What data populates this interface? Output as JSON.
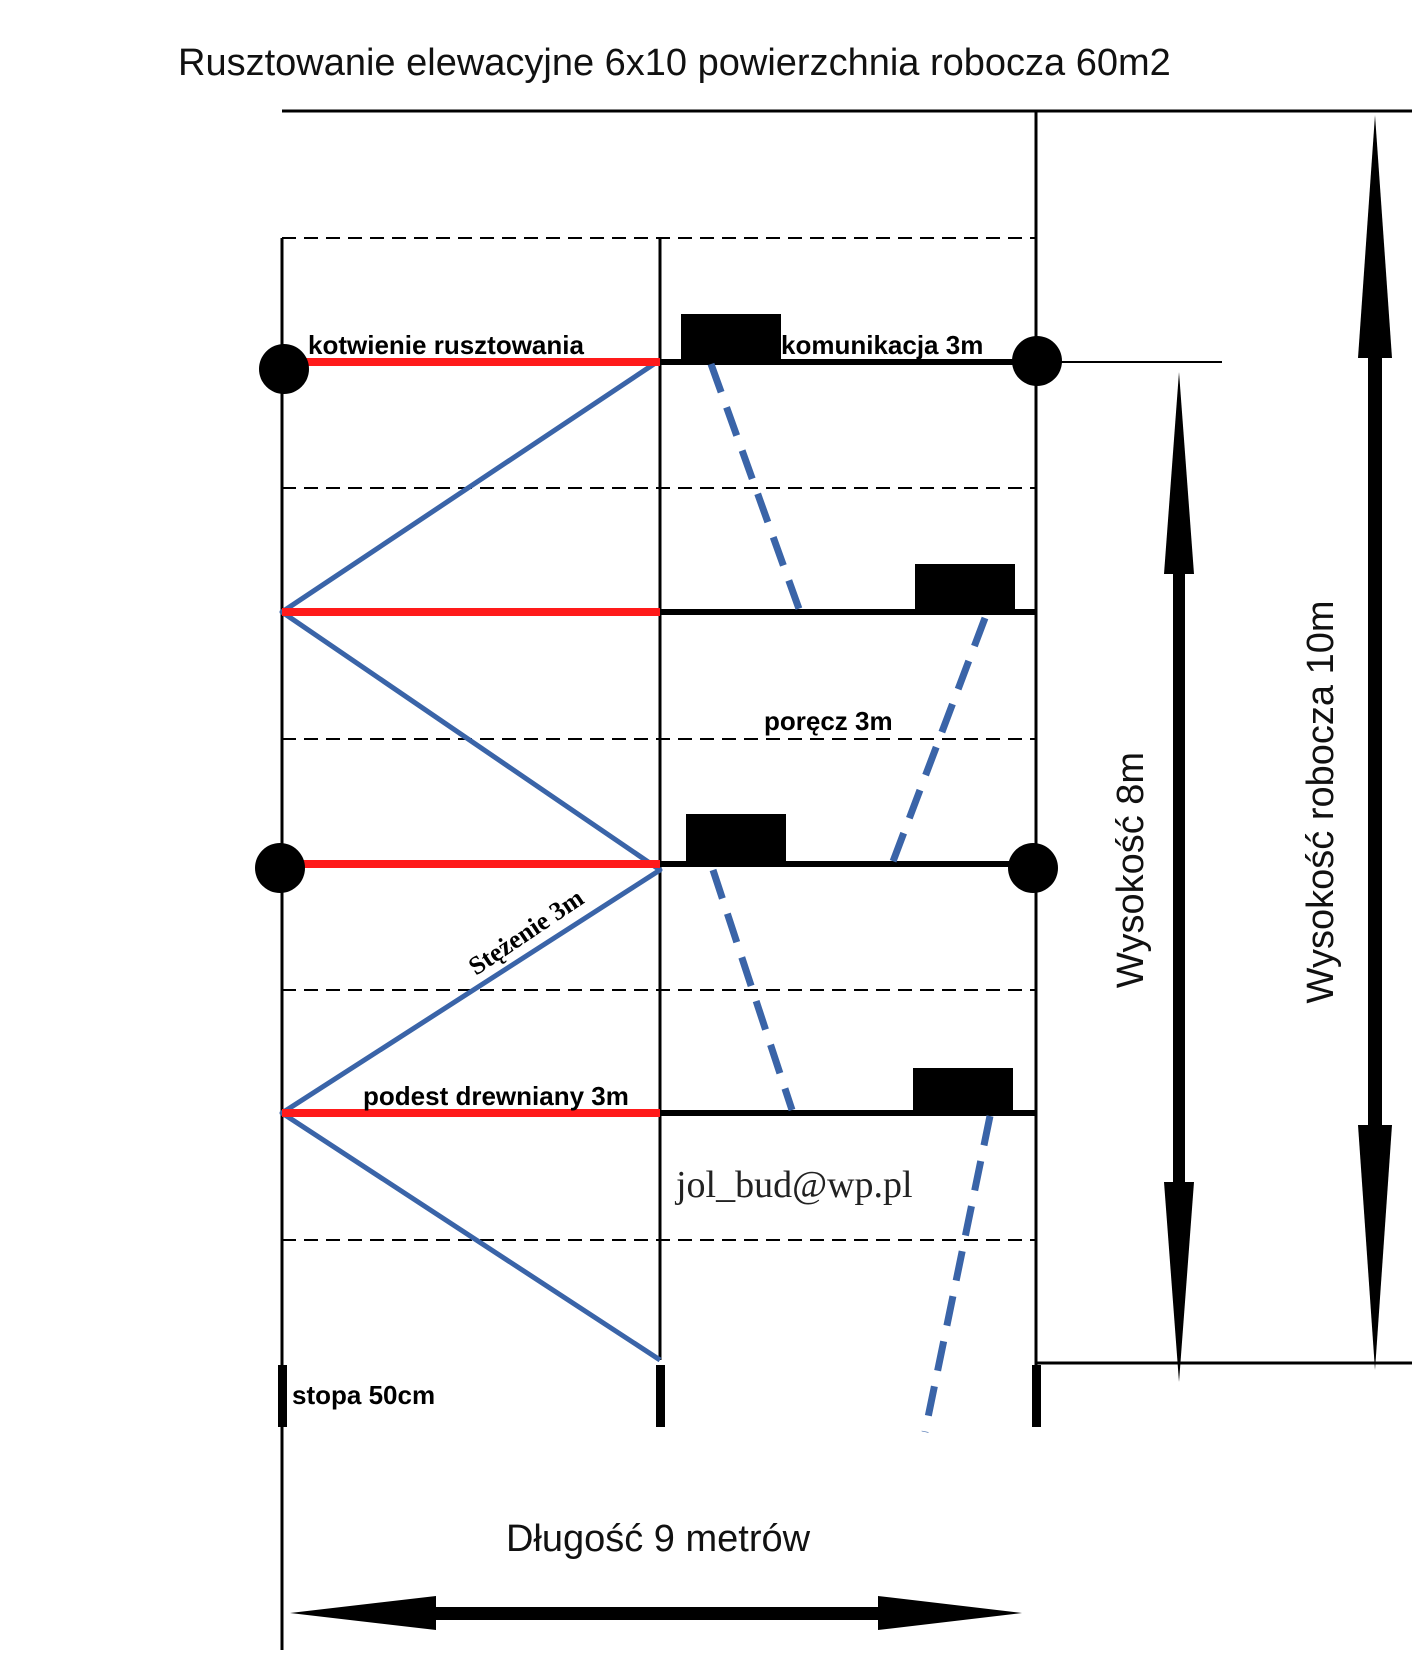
{
  "diagram": {
    "title": "Rusztowanie elewacyjne 6x10 powierzchnia robocza 60m2",
    "labels": {
      "anchoring": "kotwienie rusztowania",
      "communication": "komunikacja 3m",
      "handrail": "poręcz 3m",
      "bracing": "Stężenie 3m",
      "platform": "podest drewniany 3m",
      "email": "jol_bud@wp.pl",
      "foot": "stopa 50cm",
      "length": "Długość 9 metrów",
      "height": "Wysokość 8m",
      "working_height": "Wysokość robocza 10m"
    },
    "colors": {
      "frame": "#000000",
      "anchor_bar": "#ff1a1a",
      "bracing": "#3a64a8",
      "ladder": "#3a64a8"
    }
  }
}
